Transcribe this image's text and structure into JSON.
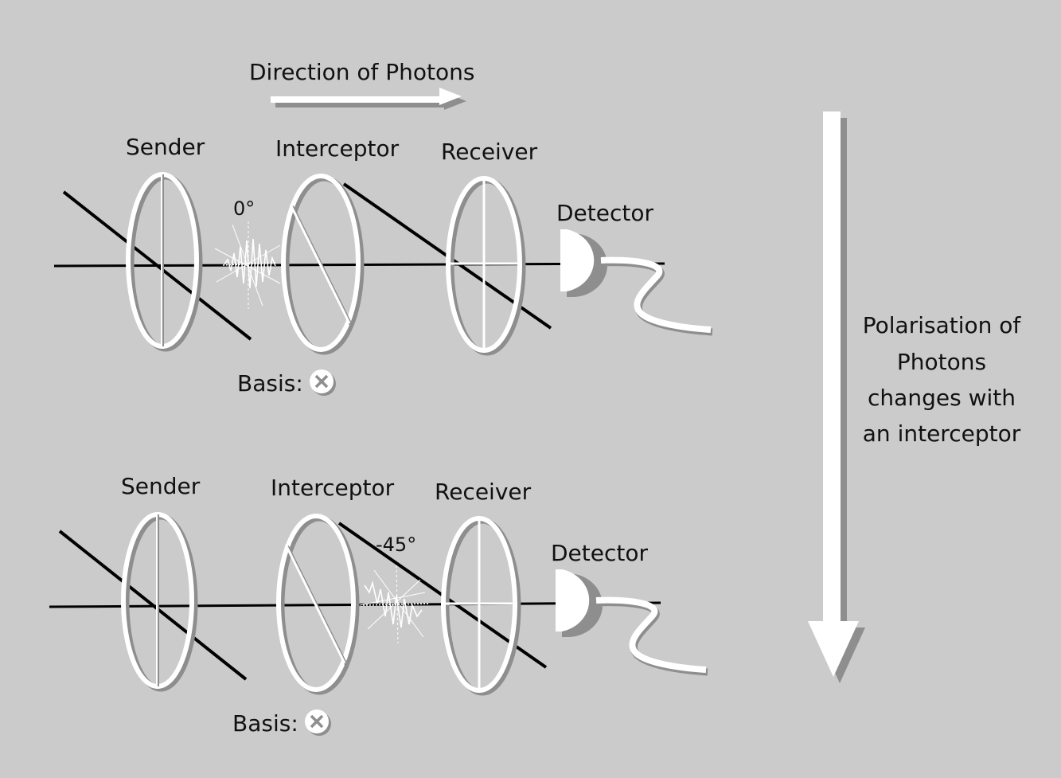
{
  "header": {
    "direction_label": "Direction of Photons"
  },
  "side_note": {
    "lines": [
      "Polarisation of",
      "Photons",
      "changes with",
      "an interceptor"
    ]
  },
  "top_setup": {
    "sender_label": "Sender",
    "interceptor_label": "Interceptor",
    "receiver_label": "Receiver",
    "detector_label": "Detector",
    "angle_label": "0°",
    "basis_label": "Basis:",
    "basis_icon": "diagonal-basis-icon"
  },
  "bottom_setup": {
    "sender_label": "Sender",
    "interceptor_label": "Interceptor",
    "receiver_label": "Receiver",
    "detector_label": "Detector",
    "angle_label": "-45°",
    "basis_label": "Basis:",
    "basis_icon": "diagonal-basis-icon"
  },
  "colors": {
    "background": "#cbcbcb",
    "ring": "#ffffff",
    "shadow": "#8e8e8e",
    "line": "#000000"
  }
}
